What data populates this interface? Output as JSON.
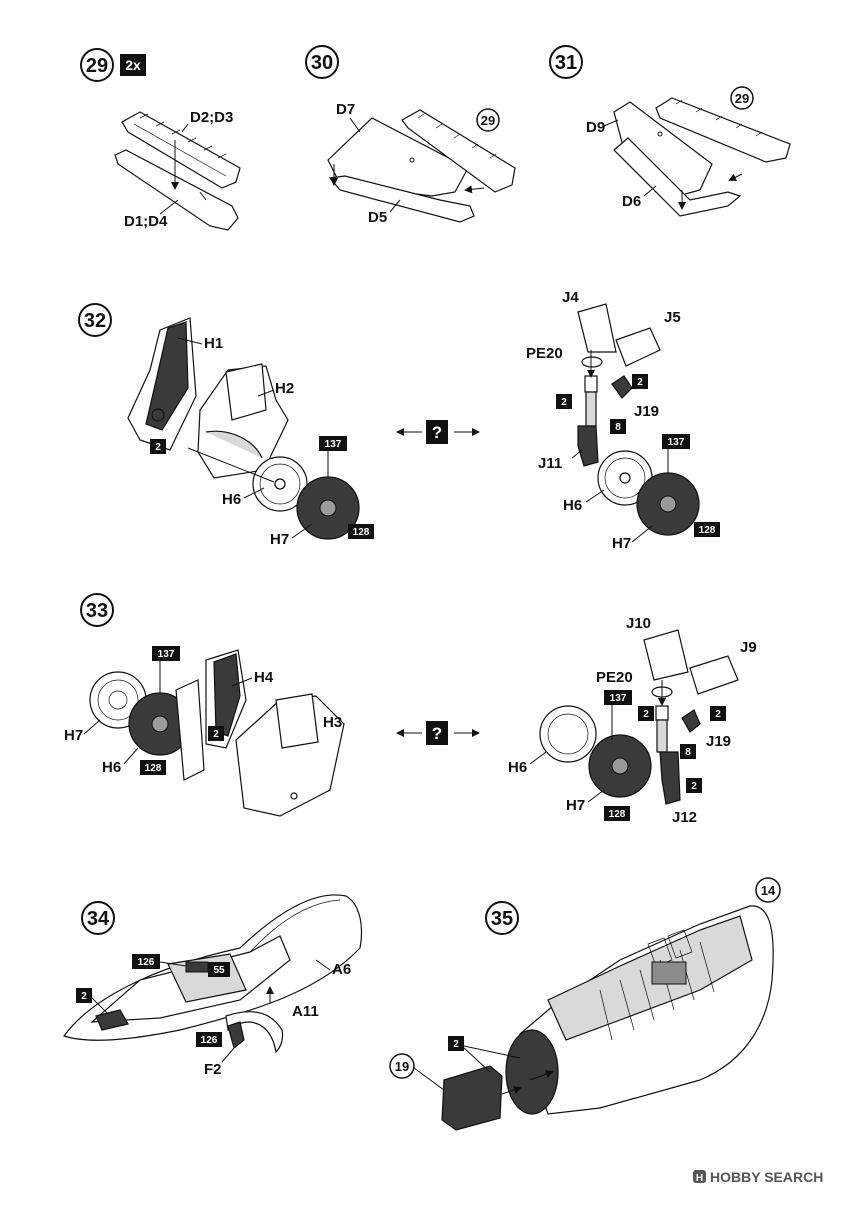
{
  "watermark": {
    "brand": "HOBBY SEARCH"
  },
  "steps": [
    {
      "id": "29",
      "multiplier": "2x",
      "labels": [
        "D2;D3",
        "D1;D4"
      ]
    },
    {
      "id": "30",
      "ref": "29",
      "labels": [
        "D7",
        "D5"
      ]
    },
    {
      "id": "31",
      "ref": "29",
      "labels": [
        "D9",
        "D6"
      ]
    },
    {
      "id": "32",
      "left_labels": [
        "H1",
        "H2",
        "H6",
        "H7"
      ],
      "left_badges": [
        "2",
        "137",
        "128"
      ],
      "choice": "?",
      "right_labels": [
        "J4",
        "J5",
        "PE20",
        "J19",
        "J11",
        "H6",
        "H7"
      ],
      "right_badges": [
        "2",
        "2",
        "8",
        "137",
        "128"
      ]
    },
    {
      "id": "33",
      "left_labels": [
        "H4",
        "H3",
        "H7",
        "H6"
      ],
      "left_badges": [
        "137",
        "2",
        "128"
      ],
      "choice": "?",
      "right_labels": [
        "J10",
        "J9",
        "PE20",
        "J19",
        "H6",
        "H7",
        "J12"
      ],
      "right_badges": [
        "137",
        "2",
        "2",
        "8",
        "2",
        "128"
      ]
    },
    {
      "id": "34",
      "labels": [
        "A6",
        "A11",
        "F2"
      ],
      "badges": [
        "126",
        "55",
        "2",
        "126"
      ]
    },
    {
      "id": "35",
      "ref": "14",
      "ref2": "19",
      "badges": [
        "2"
      ]
    }
  ]
}
